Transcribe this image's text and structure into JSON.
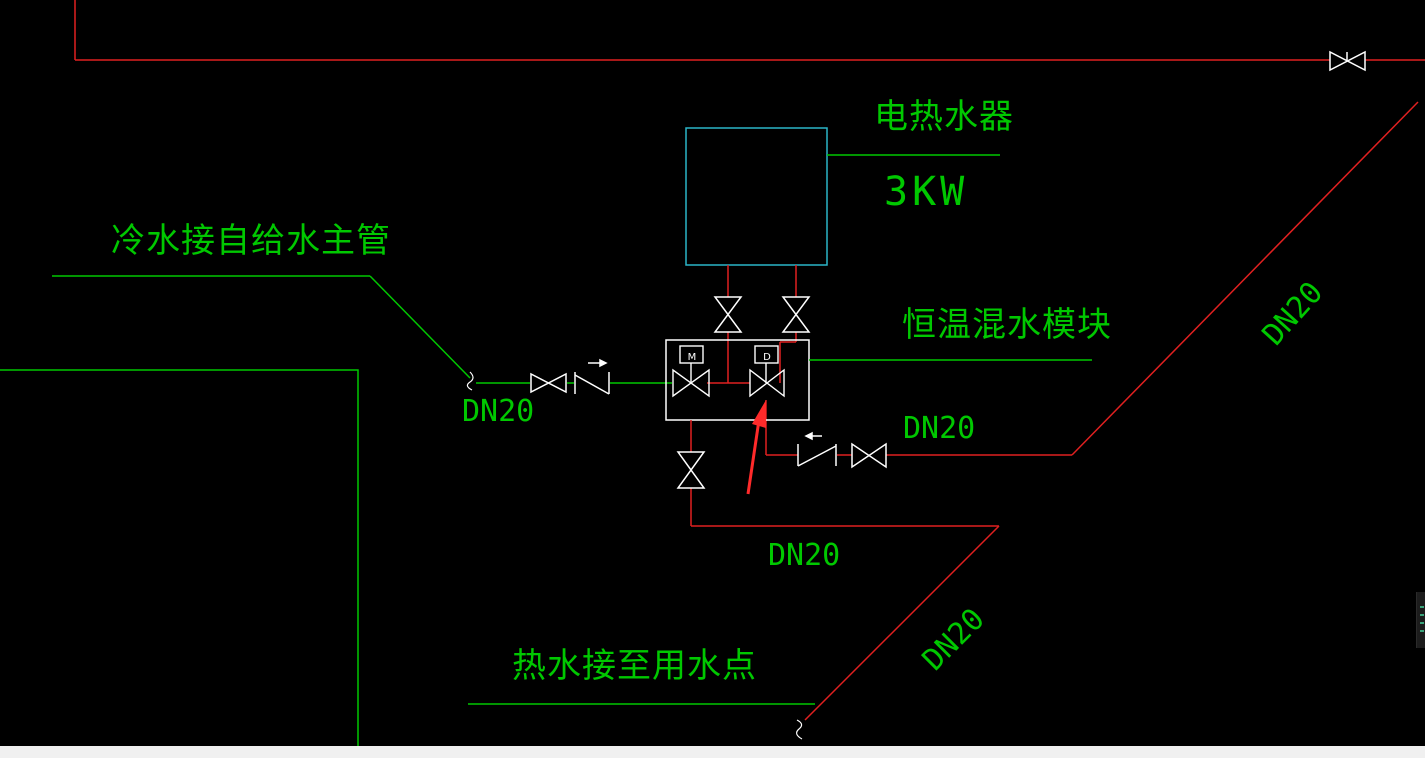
{
  "labels": {
    "heater_name": "电热水器",
    "heater_power": "3KW",
    "cold_water_source": "冷水接自给水主管",
    "mixing_module": "恒温混水模块",
    "hot_water_outlet": "热水接至用水点",
    "valve_m": "M",
    "valve_d": "D",
    "dn_inlet": "DN20",
    "dn_hot_out": "DN20",
    "dn_lower": "DN20",
    "dn_diag_lower": "DN20",
    "dn_diag_upper": "DN20"
  },
  "colors": {
    "background": "#000000",
    "pipe_red": "#e02020",
    "leader_green": "#00c800",
    "symbol_white": "#ffffff",
    "heater_cyan": "#2bb5c8",
    "arrow": "#ff2a2a"
  },
  "icons": [
    "gate-valve-icon",
    "check-valve-icon",
    "mixing-valve-icon",
    "pipe-break-icon",
    "red-arrow-icon"
  ]
}
